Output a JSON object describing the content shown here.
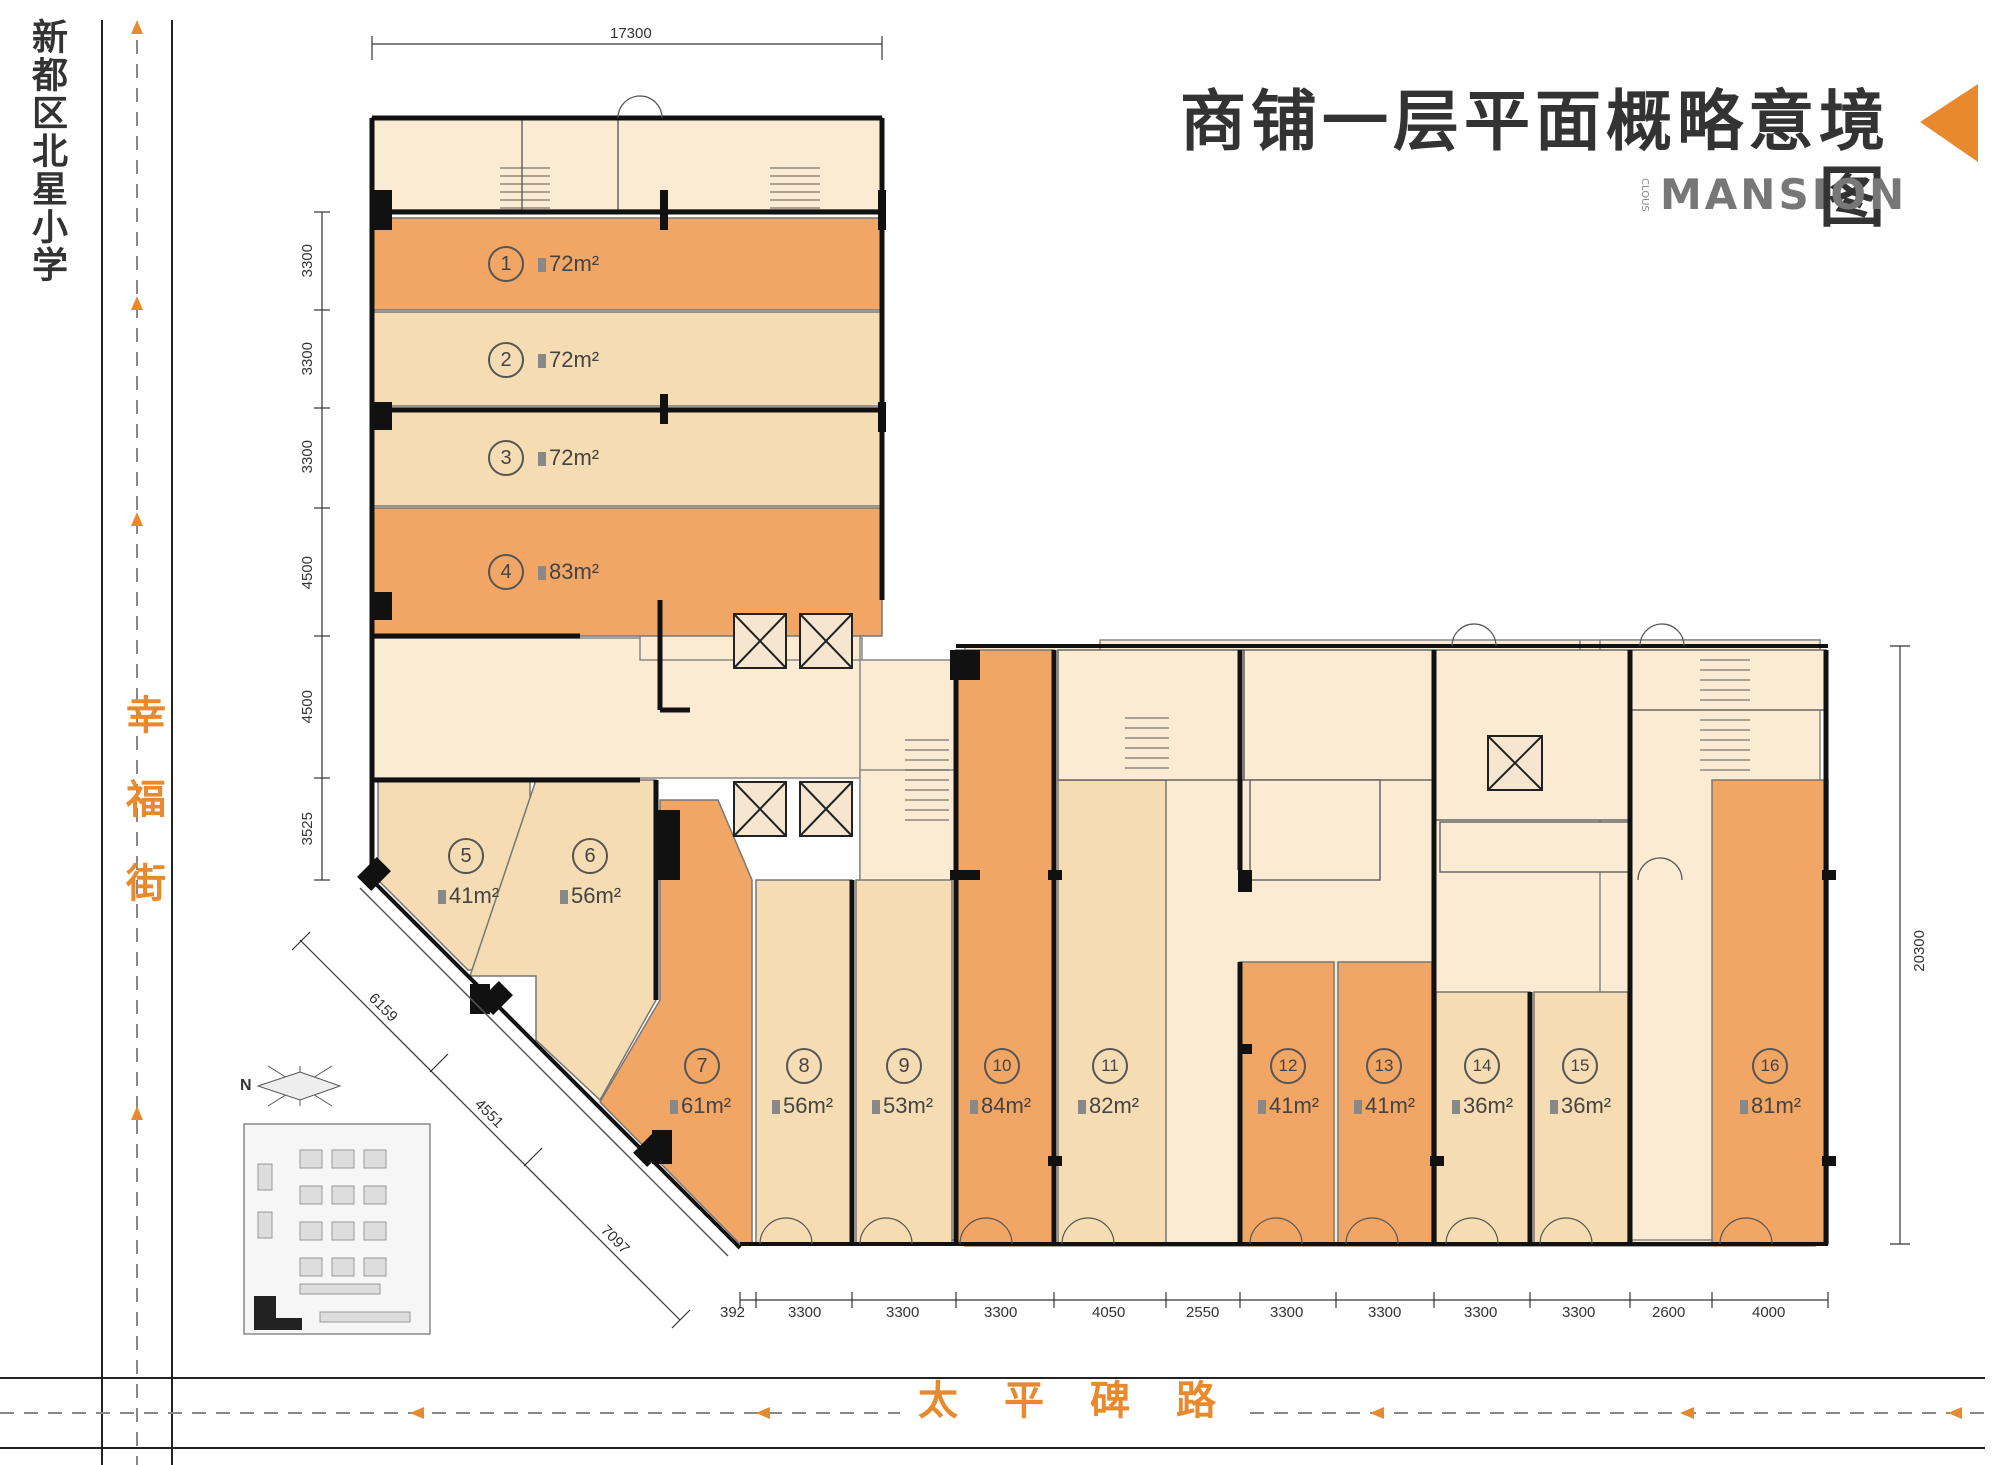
{
  "title": "商铺一层平面概略意境图",
  "brand": "MANSION",
  "brand_small": "CLOUS",
  "school": "新都区北星小学",
  "street_left": "幸福街",
  "street_bottom": "太平碑路",
  "north": "N",
  "colors": {
    "shop_dark": "#f2a665",
    "shop_light": "#f6dcb2",
    "common": "#fbebd2",
    "wall": "#111111",
    "accent": "#e8892e"
  },
  "top_dimension": "17300",
  "left_dimensions": [
    "3300",
    "3300",
    "3300",
    "4500",
    "4500",
    "3525"
  ],
  "diagonal_dimensions": [
    "6159",
    "4551",
    "7097"
  ],
  "right_dimension": "20300",
  "bottom_dimensions": [
    "392",
    "3300",
    "3300",
    "3300",
    "4050",
    "2550",
    "3300",
    "3300",
    "3300",
    "3300",
    "2600",
    "4000"
  ],
  "shops": [
    {
      "no": "1",
      "area": "72m²",
      "tone": "dark"
    },
    {
      "no": "2",
      "area": "72m²",
      "tone": "light"
    },
    {
      "no": "3",
      "area": "72m²",
      "tone": "light"
    },
    {
      "no": "4",
      "area": "83m²",
      "tone": "dark"
    },
    {
      "no": "5",
      "area": "41m²",
      "tone": "light"
    },
    {
      "no": "6",
      "area": "56m²",
      "tone": "light"
    },
    {
      "no": "7",
      "area": "61m²",
      "tone": "dark"
    },
    {
      "no": "8",
      "area": "56m²",
      "tone": "light"
    },
    {
      "no": "9",
      "area": "53m²",
      "tone": "light"
    },
    {
      "no": "10",
      "area": "84m²",
      "tone": "dark"
    },
    {
      "no": "11",
      "area": "82m²",
      "tone": "light"
    },
    {
      "no": "12",
      "area": "41m²",
      "tone": "dark"
    },
    {
      "no": "13",
      "area": "41m²",
      "tone": "dark"
    },
    {
      "no": "14",
      "area": "36m²",
      "tone": "light"
    },
    {
      "no": "15",
      "area": "36m²",
      "tone": "light"
    },
    {
      "no": "16",
      "area": "81m²",
      "tone": "dark"
    }
  ]
}
